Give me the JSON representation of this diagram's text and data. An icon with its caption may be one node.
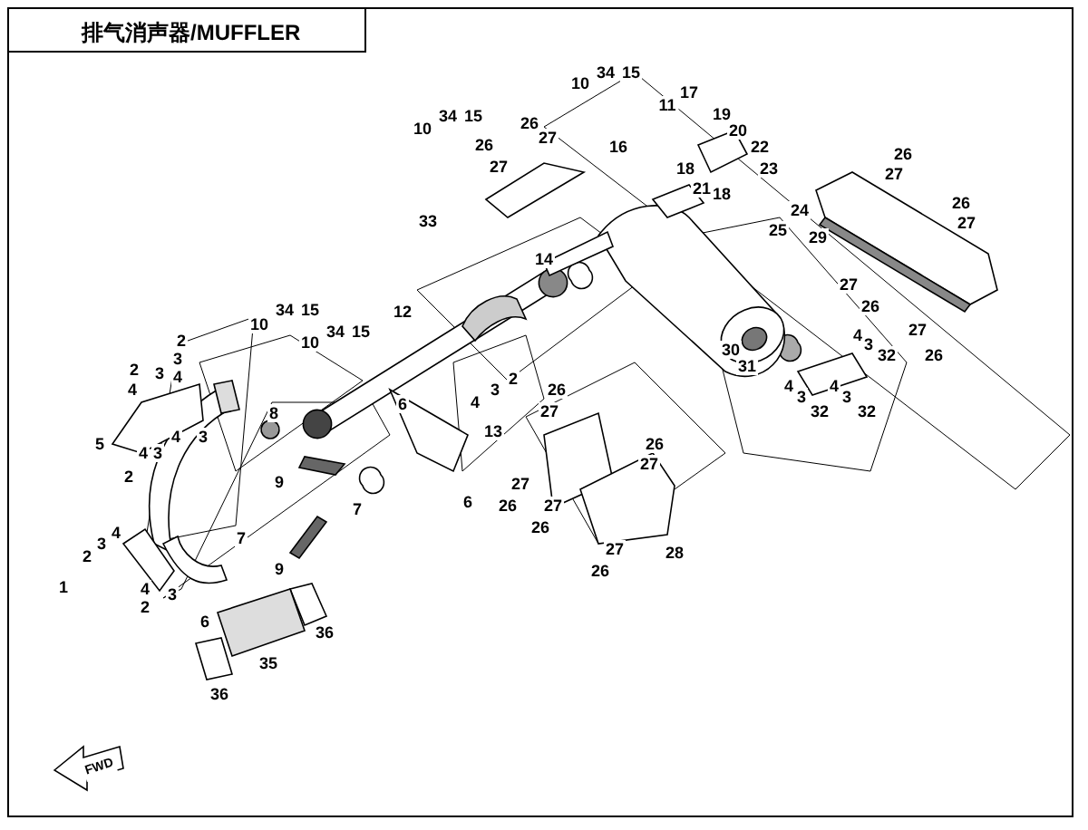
{
  "diagram": {
    "title": "排气消声器/MUFFLER",
    "labels": [
      "10",
      "34",
      "15",
      "17",
      "11",
      "19",
      "10",
      "34",
      "15",
      "26",
      "27",
      "20",
      "26",
      "16",
      "22",
      "26",
      "27",
      "18",
      "23",
      "27",
      "21",
      "18",
      "26",
      "24",
      "33",
      "27",
      "25",
      "29",
      "14",
      "27",
      "26",
      "12",
      "10",
      "34",
      "15",
      "27",
      "4",
      "3",
      "32",
      "10",
      "34",
      "15",
      "2",
      "30",
      "26",
      "3",
      "31",
      "2",
      "3",
      "4",
      "2",
      "4",
      "3",
      "4",
      "4",
      "26",
      "3",
      "3",
      "32",
      "32",
      "4",
      "6",
      "27",
      "8",
      "13",
      "4",
      "3",
      "26",
      "5",
      "4",
      "3",
      "27",
      "2",
      "9",
      "27",
      "6",
      "26",
      "7",
      "27",
      "26",
      "7",
      "2",
      "3",
      "4",
      "27",
      "28",
      "9",
      "26",
      "1",
      "4",
      "3",
      "2",
      "6",
      "36",
      "35",
      "36",
      "FWD"
    ]
  }
}
